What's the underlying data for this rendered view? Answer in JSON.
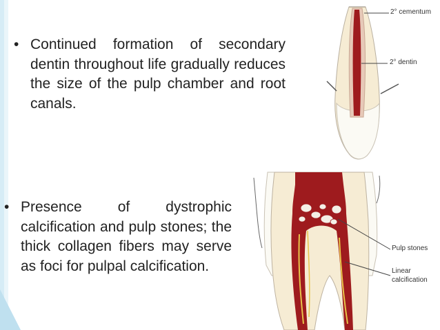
{
  "bullets": [
    {
      "symbol": "•",
      "text": "Continued formation of secondary dentin throughout life gradually reduces the size of the pulp chamber and root canals."
    },
    {
      "symbol": "•",
      "text": "Presence of dystrophic calcification and pulp stones; the thick collagen fibers may serve as foci for pulpal calcification."
    }
  ],
  "figure_top": {
    "labels": {
      "cementum": "2° cementum",
      "dentin": "2° dentin"
    }
  },
  "figure_bottom": {
    "labels": {
      "pulp_stones": "Pulp stones",
      "linear_line1": "Linear",
      "linear_line2": "calcification"
    }
  },
  "colors": {
    "accent_bar": "#d6ecf6",
    "pulp": "#9e1b1e",
    "dentin": "#f6ecd4",
    "enamel": "#fbfaf4"
  }
}
